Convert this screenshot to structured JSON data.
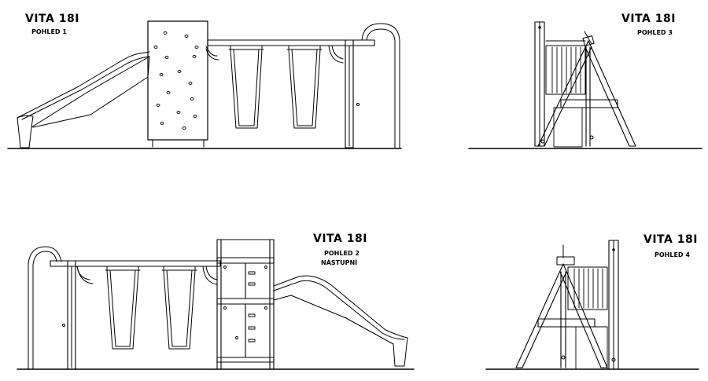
{
  "views": [
    {
      "title": "VITA 18I",
      "subtitle": "POHLED 1"
    },
    {
      "title": "VITA 18I",
      "subtitle": "POHLED 3"
    },
    {
      "title": "VITA 18I",
      "subtitle": "POHLED 2",
      "subtitle2": "NÁSTUPNÍ"
    },
    {
      "title": "VITA 18I",
      "subtitle": "POHLED 4"
    }
  ]
}
